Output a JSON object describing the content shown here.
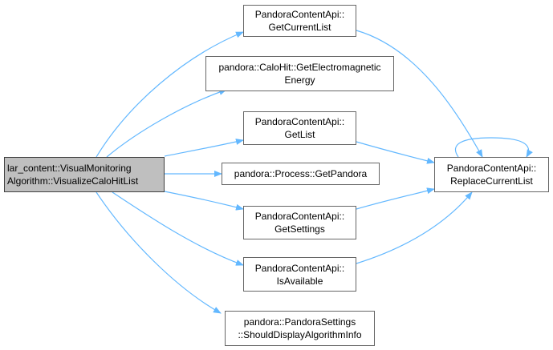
{
  "graph": {
    "edge_color": "#63b8ff",
    "focus_fill": "#bfbfbf",
    "nodes": {
      "focus": {
        "lines": [
          "lar_content::VisualMonitoring",
          "Algorithm::VisualizeCaloHitList"
        ]
      },
      "getcur": {
        "lines": [
          "PandoraContentApi::",
          "GetCurrentList"
        ]
      },
      "getem": {
        "lines": [
          "pandora::CaloHit::GetElectromagnetic",
          "Energy"
        ]
      },
      "getlist": {
        "lines": [
          "PandoraContentApi::",
          "GetList"
        ]
      },
      "getpand": {
        "lines": [
          "pandora::Process::GetPandora"
        ]
      },
      "getset": {
        "lines": [
          "PandoraContentApi::",
          "GetSettings"
        ]
      },
      "isavail": {
        "lines": [
          "PandoraContentApi::",
          "IsAvailable"
        ]
      },
      "should": {
        "lines": [
          "pandora::PandoraSettings",
          "::ShouldDisplayAlgorithmInfo"
        ]
      },
      "replace": {
        "lines": [
          "PandoraContentApi::",
          "ReplaceCurrentList"
        ]
      }
    },
    "edges": [
      {
        "from": "focus",
        "to": "getcur"
      },
      {
        "from": "focus",
        "to": "getem"
      },
      {
        "from": "focus",
        "to": "getlist"
      },
      {
        "from": "focus",
        "to": "getpand"
      },
      {
        "from": "focus",
        "to": "getset"
      },
      {
        "from": "focus",
        "to": "isavail"
      },
      {
        "from": "focus",
        "to": "should"
      },
      {
        "from": "getcur",
        "to": "replace"
      },
      {
        "from": "getlist",
        "to": "replace"
      },
      {
        "from": "getset",
        "to": "replace"
      },
      {
        "from": "isavail",
        "to": "replace"
      },
      {
        "from": "replace",
        "to": "replace"
      }
    ]
  }
}
